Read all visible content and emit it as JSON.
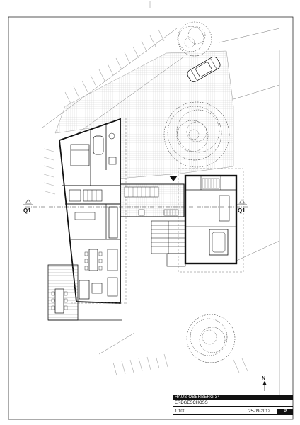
{
  "title_block": {
    "project": "HAUS OBERBERG 34",
    "drawing": "ERDGESCHOSS",
    "scale": "1:100",
    "date": "25-09-2012",
    "phase": "P"
  },
  "section_markers": {
    "left": "Q1",
    "right": "Q1"
  },
  "north_label": "N",
  "colors": {
    "line": "#111111",
    "hatch": "#9a9a9a",
    "background": "#ffffff"
  }
}
